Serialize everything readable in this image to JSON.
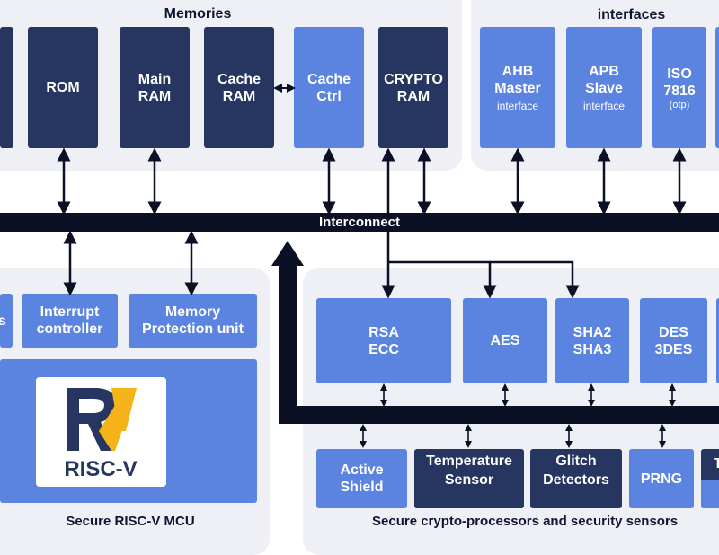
{
  "memories": {
    "title": "Memories",
    "rom": "ROM",
    "main_ram": [
      "Main",
      "RAM"
    ],
    "cache_ram": [
      "Cache",
      "RAM"
    ],
    "cache_ctrl": [
      "Cache",
      "Ctrl"
    ],
    "crypto_ram": [
      "CRYPTO",
      "RAM"
    ]
  },
  "interfaces": {
    "title": "interfaces",
    "ahb": {
      "name": [
        "AHB",
        "Master"
      ],
      "sub": "interface"
    },
    "apb": {
      "name": [
        "APB",
        "Slave"
      ],
      "sub": "interface"
    },
    "iso": {
      "name": [
        "ISO",
        "7816"
      ],
      "sub": "(otp)"
    }
  },
  "bus": {
    "label": "Interconnect"
  },
  "mcu": {
    "title": "Secure RISC-V MCU",
    "interrupt": [
      "Interrupt",
      "controller"
    ],
    "mpu": [
      "Memory",
      "Protection unit"
    ],
    "left_fragment": "s",
    "logo_text": "RISC-V"
  },
  "crypto": {
    "title": "Secure crypto-processors and security sensors",
    "rsa": [
      "RSA",
      "ECC"
    ],
    "aes": "AES",
    "sha": [
      "SHA2",
      "SHA3"
    ],
    "des": [
      "DES",
      "3DES"
    ],
    "active_shield": [
      "Active",
      "Shield"
    ],
    "temp_sensor": [
      "Temperature",
      "Sensor"
    ],
    "glitch": [
      "Glitch",
      "Detectors"
    ],
    "prng": "PRNG",
    "right_fragment": "T"
  },
  "colors": {
    "dark_block": "#273660",
    "light_block": "#5b83e0",
    "panel": "#eef0f5",
    "bus": "#0b1024"
  }
}
